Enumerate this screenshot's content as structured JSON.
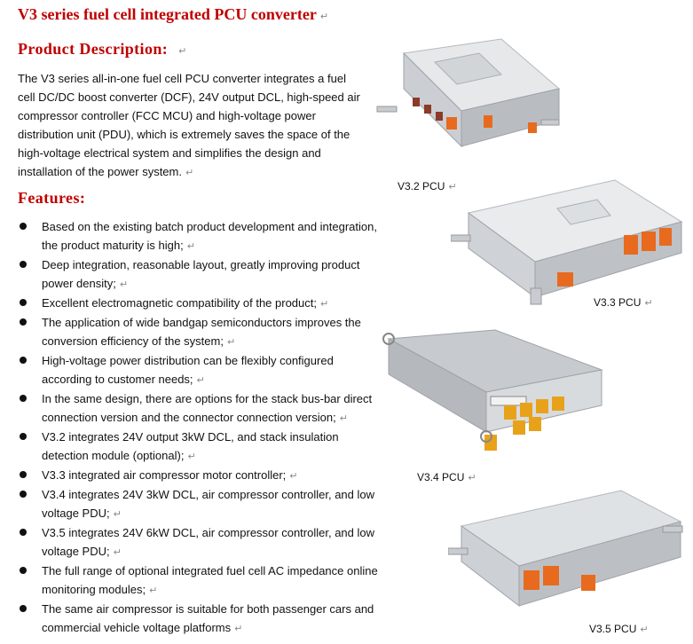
{
  "title": "V3 series fuel cell integrated PCU converter",
  "product_heading": "Product Description:",
  "description": "The V3 series all-in-one fuel cell PCU converter integrates a fuel cell DC/DC boost converter (DCF), 24V output DCL, high-speed air compressor controller (FCC MCU) and high-voltage power distribution unit (PDU), which is extremely saves the space of the high-voltage electrical system and simplifies the design and installation of the power system.",
  "features_heading": "Features:",
  "features": [
    "Based on the existing batch product development and integration, the product maturity is high;",
    "Deep integration, reasonable layout, greatly improving product power density;",
    "Excellent electromagnetic compatibility of the product;",
    "The application of wide bandgap semiconductors improves the conversion efficiency of the system;",
    "High-voltage power distribution can be flexibly configured according to customer needs;",
    "In the same design, there are options for the stack bus-bar direct connection version and the connector connection version;",
    "V3.2 integrates 24V output 3kW DCL, and stack insulation detection module (optional);",
    "V3.3 integrated air compressor motor controller;",
    "V3.4 integrates 24V 3kW DCL, air compressor controller, and low voltage PDU;",
    "V3.5 integrates 24V 6kW DCL, air compressor controller, and low voltage PDU;",
    "The full range of optional integrated fuel cell AC impedance online monitoring modules;",
    "The same air compressor is suitable for both passenger cars and commercial vehicle voltage platforms"
  ],
  "images": [
    {
      "caption": "V3.2 PCU",
      "icon": "pcu-v3.2-photo"
    },
    {
      "caption": "V3.3 PCU",
      "icon": "pcu-v3.3-photo"
    },
    {
      "caption": "V3.4 PCU",
      "icon": "pcu-v3.4-photo"
    },
    {
      "caption": "V3.5 PCU",
      "icon": "pcu-v3.5-photo"
    }
  ],
  "colors": {
    "heading": "#c00000",
    "connector_orange": "#e86a1f",
    "housing": "#d9dcdf"
  }
}
